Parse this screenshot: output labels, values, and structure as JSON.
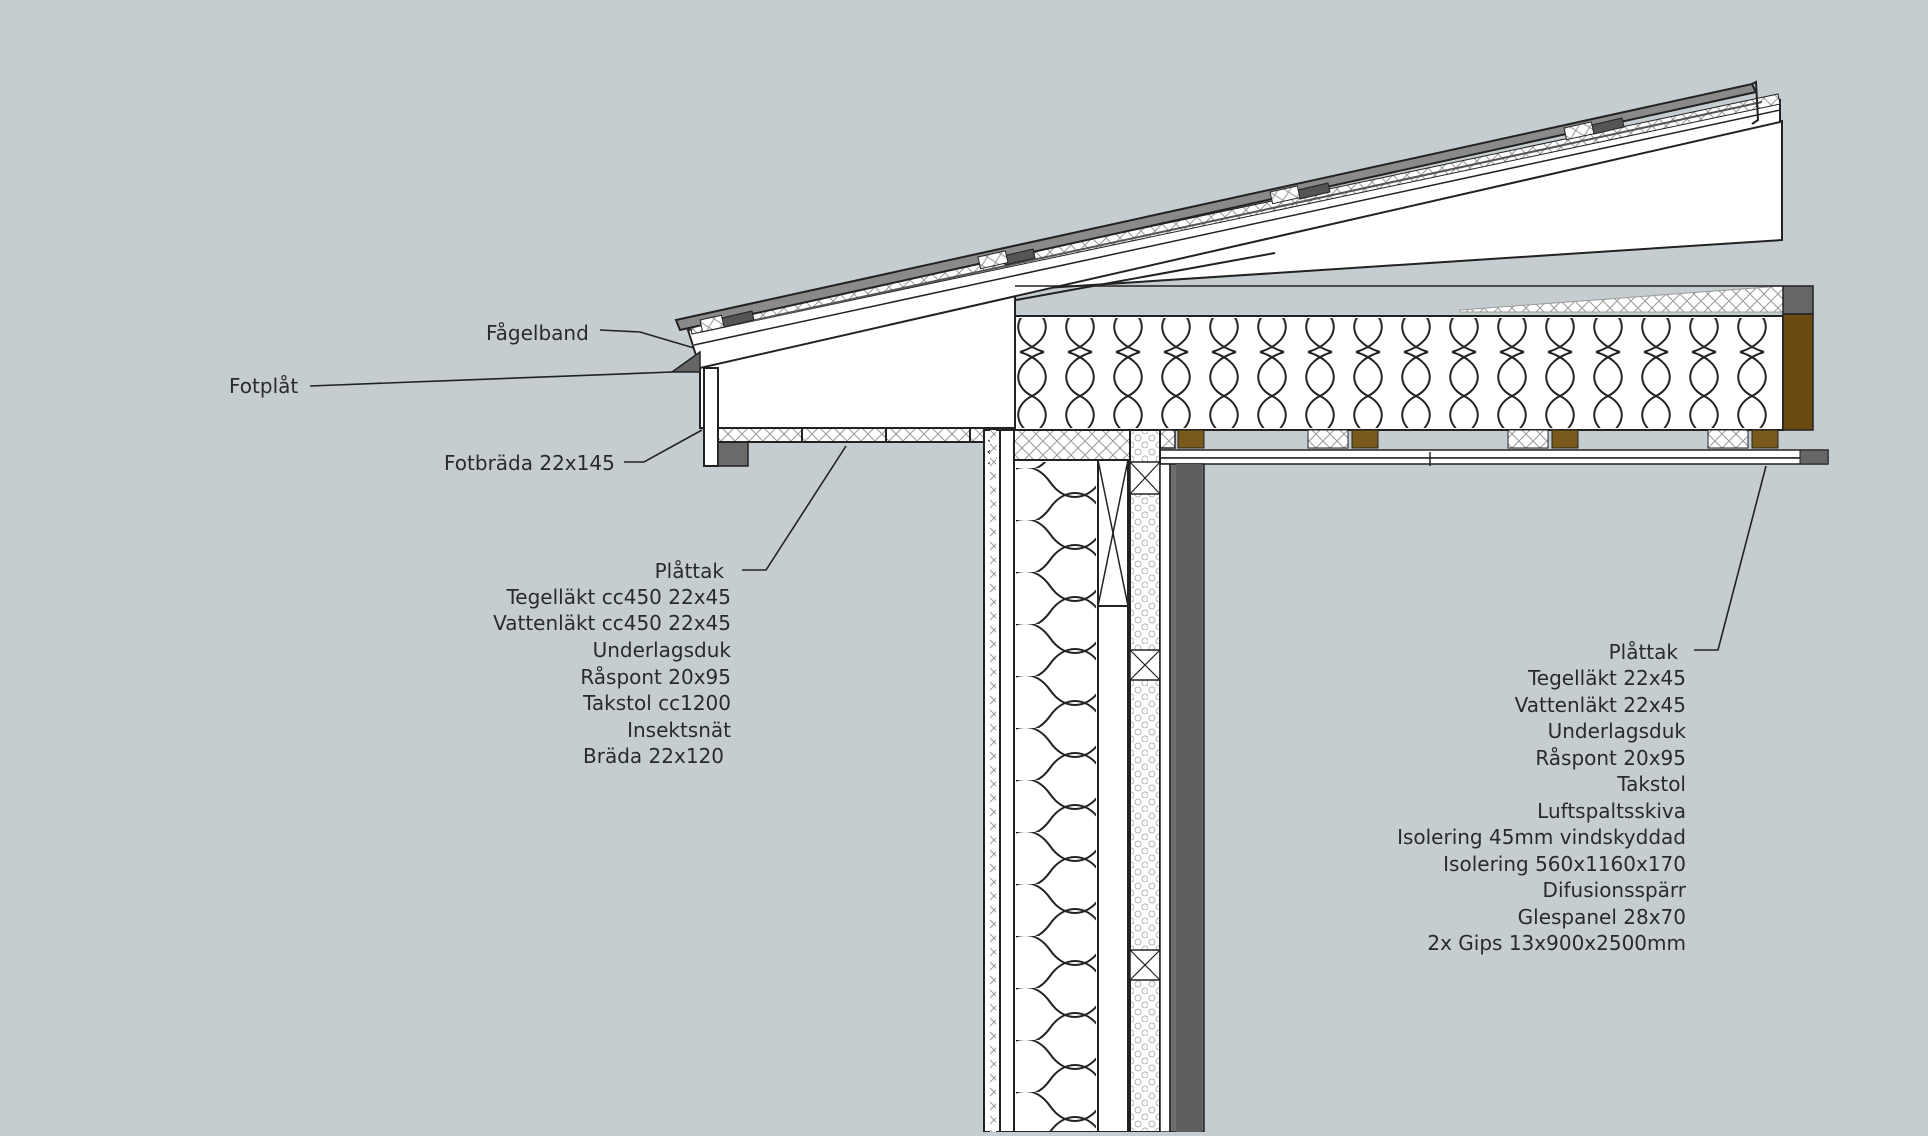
{
  "labels": {
    "fagelband": "Fågelband",
    "fotplat": "Fotplåt",
    "fotbrada": "Fotbräda 22x145"
  },
  "eave_stack": [
    "Plåttak",
    "Tegelläkt cc450 22x45",
    "Vattenläkt cc450 22x45",
    "Underlagsduk",
    "Råspont 20x95",
    "Takstol cc1200",
    "Insektsnät",
    "Bräda 22x120"
  ],
  "roof_stack": [
    "Plåttak",
    "Tegelläkt 22x45",
    "Vattenläkt 22x45",
    "Underlagsduk",
    "Råspont 20x95",
    "Takstol",
    "Luftspaltsskiva",
    "Isolering 45mm vindskyddad",
    "Isolering 560x1160x170",
    "Difusionsspärr",
    "Glespanel 28x70",
    "2x Gips 13x900x2500mm"
  ],
  "colors": {
    "background": "#c5cdd1",
    "line": "#222222",
    "timber_brown": "#7a5a1a",
    "beam_brown": "#6b4a12",
    "gray_metal": "#5f5f5f",
    "panel_gray": "#6e6e6e"
  }
}
